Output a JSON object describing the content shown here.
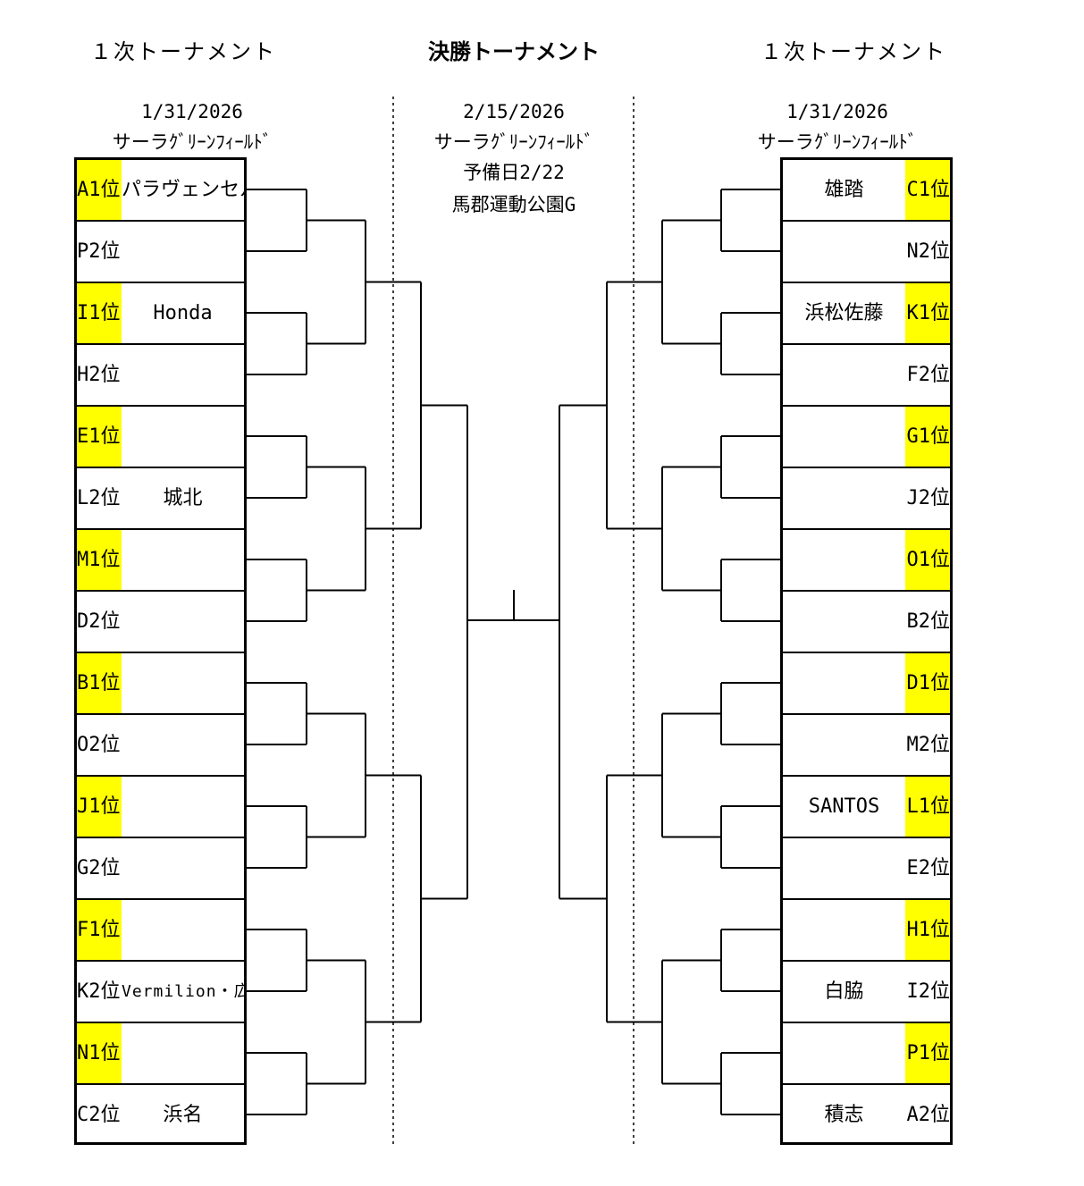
{
  "headers": {
    "left_title": "１次トーナメント",
    "center_title": "決勝トーナメント",
    "right_title": "１次トーナメント"
  },
  "left_info": {
    "date": "1/31/2026",
    "venue": "サーラｸﾞﾘｰﾝﾌｨｰﾙﾄﾞ"
  },
  "center_info": {
    "date": "2/15/2026",
    "venue": "サーラｸﾞﾘｰﾝﾌｨｰﾙﾄﾞ",
    "reserve": "予備日2/22",
    "reserve_venue": "馬郡運動公園G"
  },
  "right_info": {
    "date": "1/31/2026",
    "venue": "サーラｸﾞﾘｰﾝﾌｨｰﾙﾄﾞ"
  },
  "highlight_color": "#ffff00",
  "left_bracket": [
    {
      "seed": "A1位",
      "team": "パラヴェンセル",
      "highlight": true
    },
    {
      "seed": "P2位",
      "team": "",
      "highlight": false
    },
    {
      "seed": "I1位",
      "team": "Honda",
      "highlight": true
    },
    {
      "seed": "H2位",
      "team": "",
      "highlight": false
    },
    {
      "seed": "E1位",
      "team": "",
      "highlight": true
    },
    {
      "seed": "L2位",
      "team": "城北",
      "highlight": false
    },
    {
      "seed": "M1位",
      "team": "",
      "highlight": true
    },
    {
      "seed": "D2位",
      "team": "",
      "highlight": false
    },
    {
      "seed": "B1位",
      "team": "",
      "highlight": true
    },
    {
      "seed": "O2位",
      "team": "",
      "highlight": false
    },
    {
      "seed": "J1位",
      "team": "",
      "highlight": true
    },
    {
      "seed": "G2位",
      "team": "",
      "highlight": false
    },
    {
      "seed": "F1位",
      "team": "",
      "highlight": true
    },
    {
      "seed": "K2位",
      "team": "Vermilion・広沢",
      "highlight": false
    },
    {
      "seed": "N1位",
      "team": "",
      "highlight": true
    },
    {
      "seed": "C2位",
      "team": "浜名",
      "highlight": false
    }
  ],
  "right_bracket": [
    {
      "seed": "C1位",
      "team": "雄踏",
      "highlight": true
    },
    {
      "seed": "N2位",
      "team": "",
      "highlight": false
    },
    {
      "seed": "K1位",
      "team": "浜松佐藤",
      "highlight": true
    },
    {
      "seed": "F2位",
      "team": "",
      "highlight": false
    },
    {
      "seed": "G1位",
      "team": "",
      "highlight": true
    },
    {
      "seed": "J2位",
      "team": "",
      "highlight": false
    },
    {
      "seed": "O1位",
      "team": "",
      "highlight": true
    },
    {
      "seed": "B2位",
      "team": "",
      "highlight": false
    },
    {
      "seed": "D1位",
      "team": "",
      "highlight": true
    },
    {
      "seed": "M2位",
      "team": "",
      "highlight": false
    },
    {
      "seed": "L1位",
      "team": "SANTOS",
      "highlight": true
    },
    {
      "seed": "E2位",
      "team": "",
      "highlight": false
    },
    {
      "seed": "H1位",
      "team": "",
      "highlight": true
    },
    {
      "seed": "I2位",
      "team": "白脇",
      "highlight": false
    },
    {
      "seed": "P1位",
      "team": "",
      "highlight": true
    },
    {
      "seed": "A2位",
      "team": "積志",
      "highlight": false
    }
  ]
}
